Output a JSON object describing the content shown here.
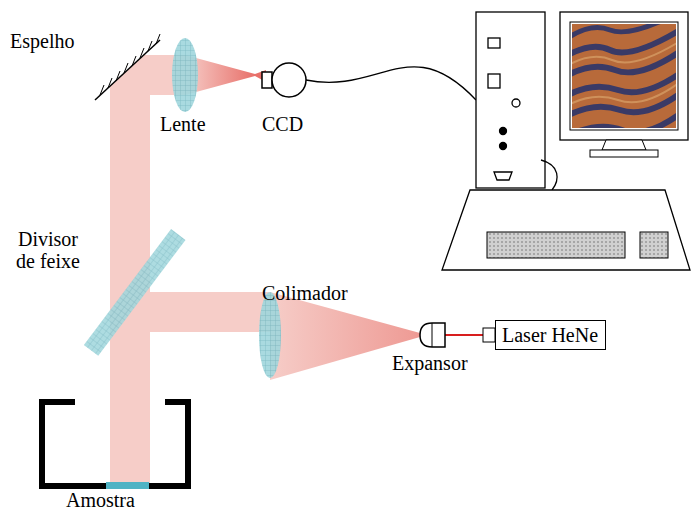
{
  "diagram": {
    "nodes": [
      {
        "text": [
          "Laser HeNe"
        ]
      }
    ],
    "labels": [
      "Espelho",
      "Lente",
      "CCD",
      "Divisor de feixe",
      "Colimador",
      "Expansor",
      "Amostra"
    ]
  }
}
